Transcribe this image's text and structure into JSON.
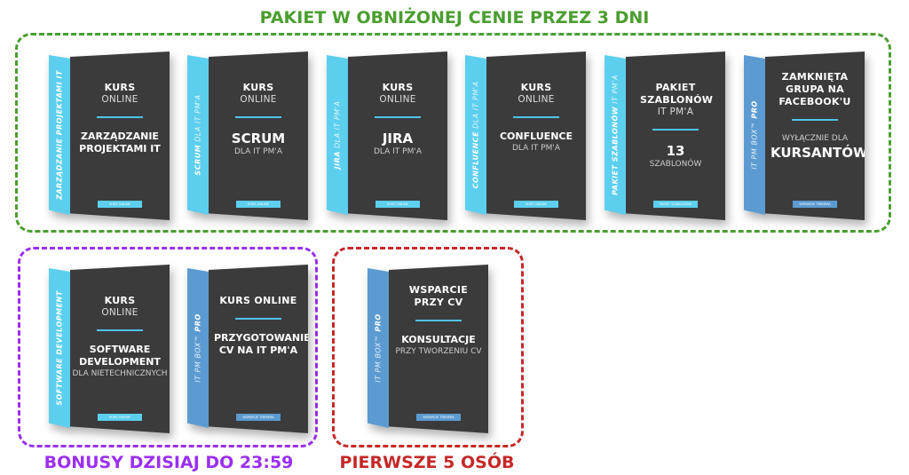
{
  "headings": {
    "main": "PAKIET W OBNIŻONEJ CENIE PRZEZ 3 DNI",
    "bonus": "BONUSY DZISIAJ DO 23:59",
    "first": "PIERWSZE 5 OSÓB"
  },
  "colors": {
    "green": "#4a9e2f",
    "purple": "#9b2ff0",
    "red": "#c62828",
    "cyan": "#5ccfee",
    "blue": "#5b9bd1",
    "dark": "#3b3b3c"
  },
  "boxes": [
    {
      "spine_bold": "ZARZĄDZANIE PROJEKTAMI IT",
      "spine_light": "",
      "top_bold": "KURS",
      "top_light": "ONLINE",
      "bottom_bold": "ZARZĄDZANIE PROJEKTAMI IT",
      "bottom_light": "",
      "badge": "KURS ONLINE",
      "color": "#5ccfee"
    },
    {
      "spine_bold": "SCRUM",
      "spine_light": "DLA IT PM'A",
      "top_bold": "KURS",
      "top_light": "ONLINE",
      "bottom_bold": "SCRUM",
      "bottom_light": "DLA IT PM'A",
      "badge": "KURS ONLINE",
      "color": "#5ccfee",
      "big": true
    },
    {
      "spine_bold": "JIRA",
      "spine_light": "DLA IT PM'A",
      "top_bold": "KURS",
      "top_light": "ONLINE",
      "bottom_bold": "JIRA",
      "bottom_light": "DLA IT PM'A",
      "badge": "KURS ONLINE",
      "color": "#5ccfee",
      "big": true
    },
    {
      "spine_bold": "CONFLUENCE",
      "spine_light": "DLA IT PM'A",
      "top_bold": "KURS",
      "top_light": "ONLINE",
      "bottom_bold": "CONFLUENCE",
      "bottom_light": "DLA IT PM'A",
      "badge": "KURS ONLINE",
      "color": "#5ccfee"
    },
    {
      "spine_bold": "PAKIET SZABLONÓW",
      "spine_light": "IT PM'A",
      "top_bold": "PAKIET SZABLONÓW",
      "top_light": "IT PM'A",
      "bottom_bold": "13",
      "bottom_light": "SZABLONÓW",
      "badge": "PAKIET SZABLONÓW",
      "color": "#5ccfee",
      "big": true
    },
    {
      "spine_bold": "PRO",
      "spine_light": "IT PM BOX™",
      "top_bold": "ZAMKNIĘTA GRUPA NA FACEBOOK'U",
      "top_light": "",
      "bottom_bold": "KURSANTÓW",
      "bottom_light": "WYŁĄCZNIE DLA",
      "badge": "WSPARCIE TRENERA",
      "color": "#5b9bd1",
      "light_first": true,
      "big": true
    },
    {
      "spine_bold": "SOFTWARE DEVELOPMENT",
      "spine_light": "",
      "top_bold": "KURS",
      "top_light": "ONLINE",
      "bottom_bold": "SOFTWARE DEVELOPMENT",
      "bottom_light": "DLA NIETECHNICZNYCH",
      "badge": "KURS ONLINE",
      "color": "#5ccfee"
    },
    {
      "spine_bold": "PRO",
      "spine_light": "IT PM BOX™",
      "top_bold": "KURS ONLINE",
      "top_light": "",
      "bottom_bold": "PRZYGOTOWANIE CV NA IT PM'A",
      "bottom_light": "",
      "badge": "WSPARCIE TRENERA",
      "color": "#5b9bd1"
    },
    {
      "spine_bold": "PRO",
      "spine_light": "IT PM BOX™",
      "top_bold": "WSPARCIE PRZY CV",
      "top_light": "",
      "bottom_bold": "KONSULTACJE",
      "bottom_light": "PRZY TWORZENIU CV",
      "badge": "WSPARCIE TRENERA",
      "color": "#5b9bd1"
    }
  ]
}
